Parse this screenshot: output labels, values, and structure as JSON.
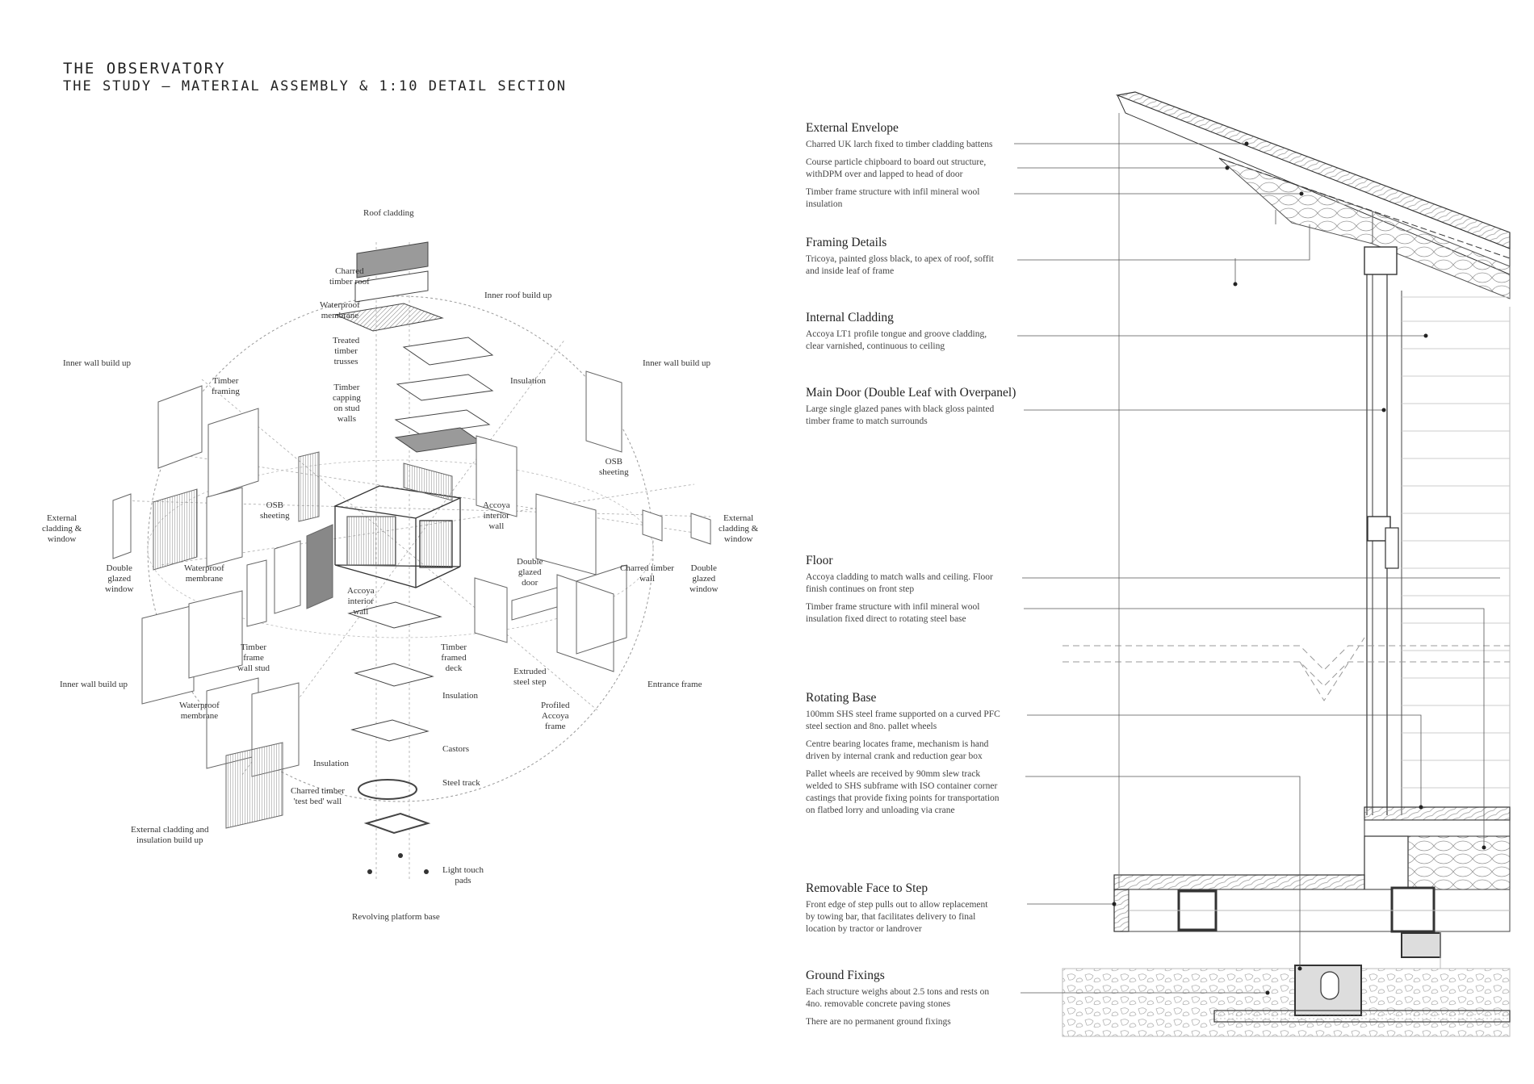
{
  "title": "THE OBSERVATORY",
  "subtitle": "THE STUDY — MATERIAL ASSEMBLY & 1:10 DETAIL SECTION",
  "axo_labels": {
    "roof_cladding": "Roof cladding",
    "charred_timber_roof": "Charred\ntimber roof",
    "inner_roof_build_up": "Inner roof build up",
    "waterproof_membrane_top": "Waterproof\nmembrane",
    "treated_timber_trusses": "Treated\ntimber\ntrusses",
    "insulation_roof": "Insulation",
    "inner_wall_build_up_left": "Inner wall build up",
    "inner_wall_build_up_right": "Inner wall build up",
    "timber_framing": "Timber\nframing",
    "timber_capping": "Timber\ncapping\non stud\nwalls",
    "osb_sheeting_right": "OSB\nsheeting",
    "osb_sheeting_left": "OSB\nsheeting",
    "accoya_interior_wall_right": "Accoya\ninterior\nwall",
    "external_cladding_window_left": "External\ncladding &\nwindow",
    "external_cladding_window_right": "External\ncladding &\nwindow",
    "double_glazed_window_left": "Double\nglazed\nwindow",
    "waterproof_membrane_mid": "Waterproof\nmembrane",
    "double_glazed_door": "Double\nglazed\ndoor",
    "charred_timber_wall": "Charred timber\nwall",
    "double_glazed_window_right": "Double\nglazed\nwindow",
    "accoya_interior_wall_center": "Accoya\ninterior\nwall",
    "timber_frame_wall_stud": "Timber\nframe\nwall stud",
    "timber_framed_deck": "Timber\nframed\ndeck",
    "inner_wall_build_up_bottom": "Inner wall build up",
    "extruded_steel_step": "Extruded\nsteel step",
    "entrance_frame": "Entrance frame",
    "insulation_deck": "Insulation",
    "waterproof_membrane_low": "Waterproof\nmembrane",
    "profiled_accoya_frame": "Profiled\nAccoya\nframe",
    "castors": "Castors",
    "insulation_low": "Insulation",
    "steel_track": "Steel track",
    "charred_timber_test_bed_wall": "Charred timber\n'test bed' wall",
    "external_cladding_insulation": "External cladding and\ninsulation build up",
    "light_touch_pads": "Light touch\npads",
    "revolving_platform_base": "Revolving platform base"
  },
  "sections": [
    {
      "heading": "External Envelope",
      "items": [
        "Charred UK larch fixed to timber cladding battens",
        "Course particle chipboard to board out structure,\nwithDPM over and lapped to head of door",
        "Timber frame structure with infil mineral wool\ninsulation"
      ]
    },
    {
      "heading": "Framing Details",
      "items": [
        "Tricoya, painted gloss black, to apex of roof, soffit\nand inside leaf of frame"
      ]
    },
    {
      "heading": "Internal Cladding",
      "items": [
        "Accoya LT1 profile tongue and groove cladding,\nclear varnished, continuous to ceiling"
      ]
    },
    {
      "heading": "Main Door (Double Leaf with Overpanel)",
      "items": [
        "Large single glazed panes with black gloss painted\ntimber frame to match surrounds"
      ]
    },
    {
      "heading": "Floor",
      "items": [
        "Accoya cladding to match walls and ceiling. Floor\nfinish continues on front step",
        "Timber frame structure with infil mineral wool\ninsulation fixed direct to rotating steel base"
      ]
    },
    {
      "heading": "Rotating Base",
      "items": [
        "100mm SHS steel frame supported on a curved PFC\nsteel section and 8no. pallet wheels",
        "Centre bearing locates frame, mechanism is hand\ndriven by internal crank and reduction gear box",
        "Pallet wheels are received by 90mm slew track\nwelded to SHS subframe with ISO container corner\ncastings that provide fixing points for transportation\non flatbed lorry and unloading via crane"
      ]
    },
    {
      "heading": "Removable Face to Step",
      "items": [
        "Front edge of step pulls out to allow replacement\nby towing bar, that facilitates delivery to final\nlocation by tractor or landrover"
      ]
    },
    {
      "heading": "Ground Fixings",
      "items": [
        "Each structure weighs about 2.5 tons and rests on\n4no. removable concrete paving stones",
        "There are no permanent ground fixings"
      ]
    }
  ]
}
